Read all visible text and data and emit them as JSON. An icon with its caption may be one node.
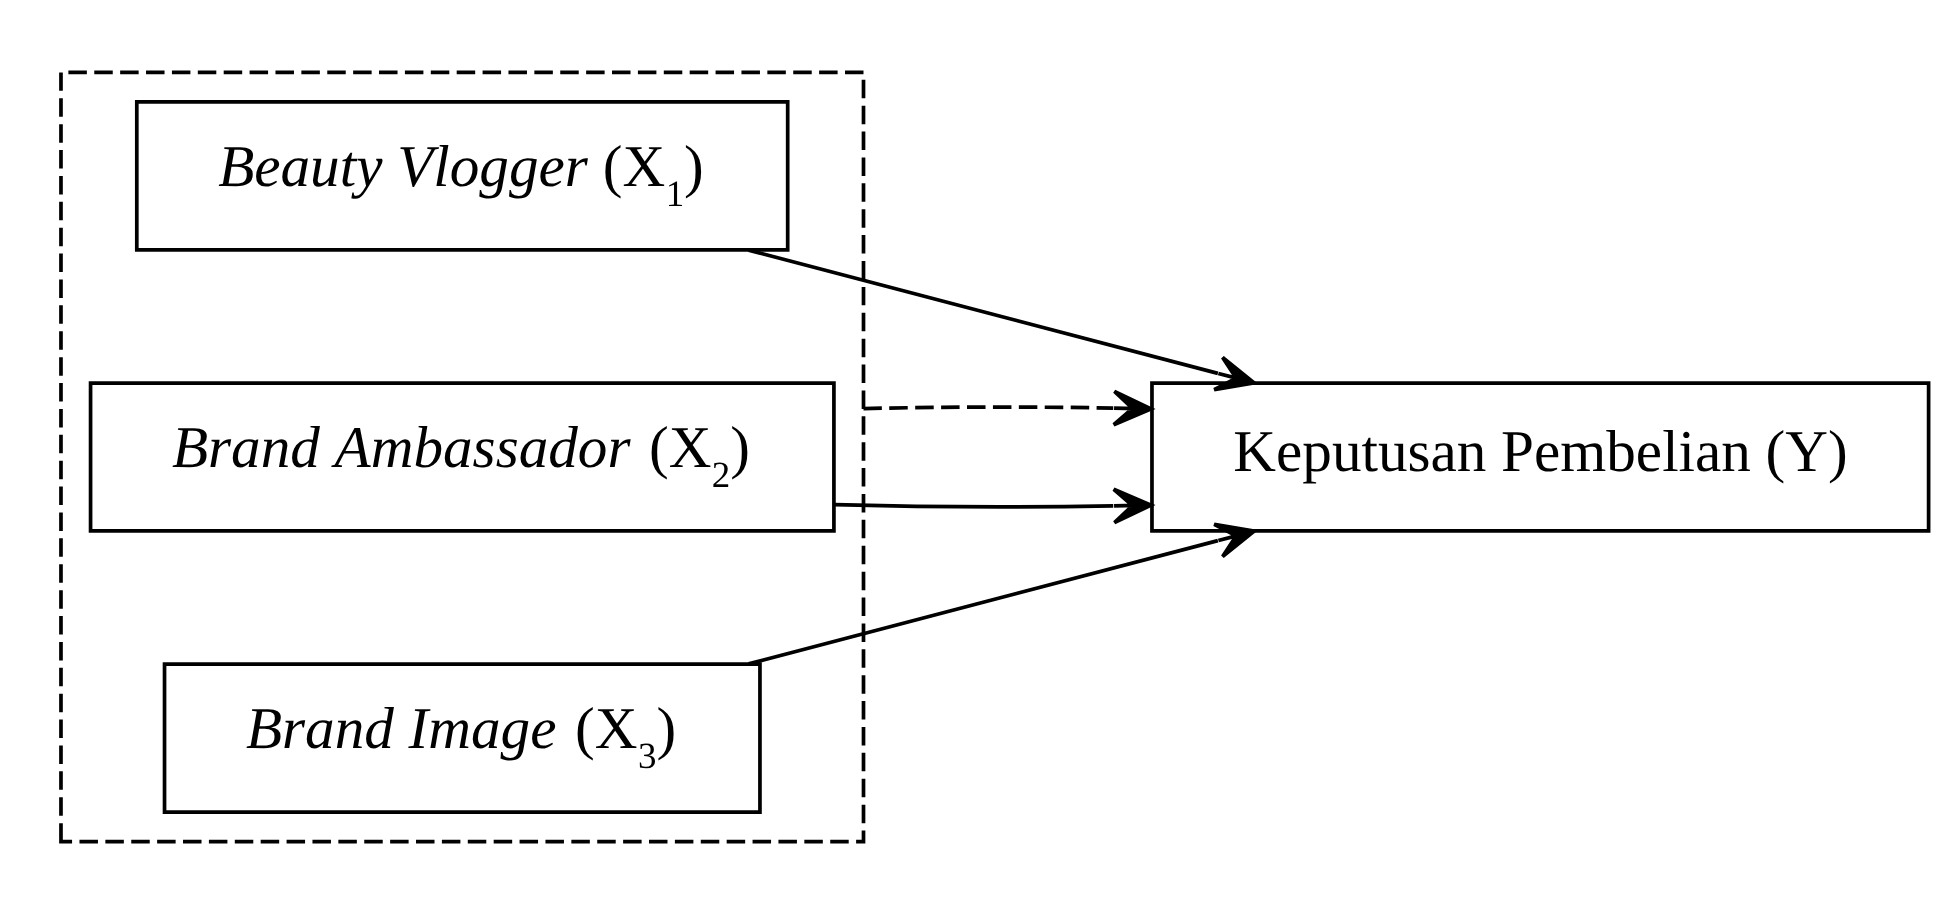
{
  "diagram": {
    "nodes": [
      {
        "text": [],
        "shape": "box"
      },
      {
        "text": [
          "*Beauty Vlogger* (X$_{1}$)"
        ],
        "in": 0
      },
      {
        "text": [
          "*Brand Ambassador* (X$_{2}$)"
        ],
        "in": 0
      },
      {
        "text": [
          "*Brand Image* (X$_{3}$)"
        ],
        "in": 0
      },
      {
        "text": [
          "Keputusan Pembelian (Y)"
        ]
      }
    ],
    "edges": [
      {
        "from": 1,
        "to": 4,
        "arrow": "to"
      },
      {
        "from": 2,
        "to": 4,
        "arrow": "to"
      },
      {
        "from": 3,
        "to": 4,
        "arrow": "to"
      },
      {
        "from": 0,
        "to": 4,
        "arrow": "to",
        "style": "dashed"
      }
    ]
  }
}
